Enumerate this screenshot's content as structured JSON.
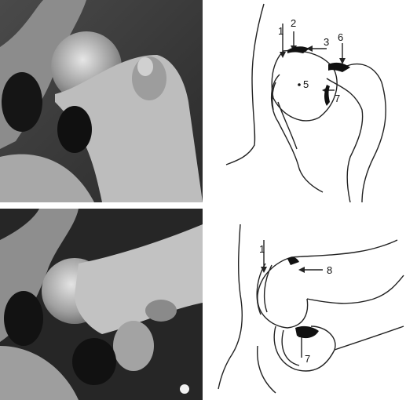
{
  "top_diagram": {
    "labels": [
      "1",
      "2",
      "3",
      "6",
      "5",
      "7"
    ]
  },
  "bottom_diagram": {
    "labels": [
      "1",
      "8",
      "7"
    ]
  }
}
